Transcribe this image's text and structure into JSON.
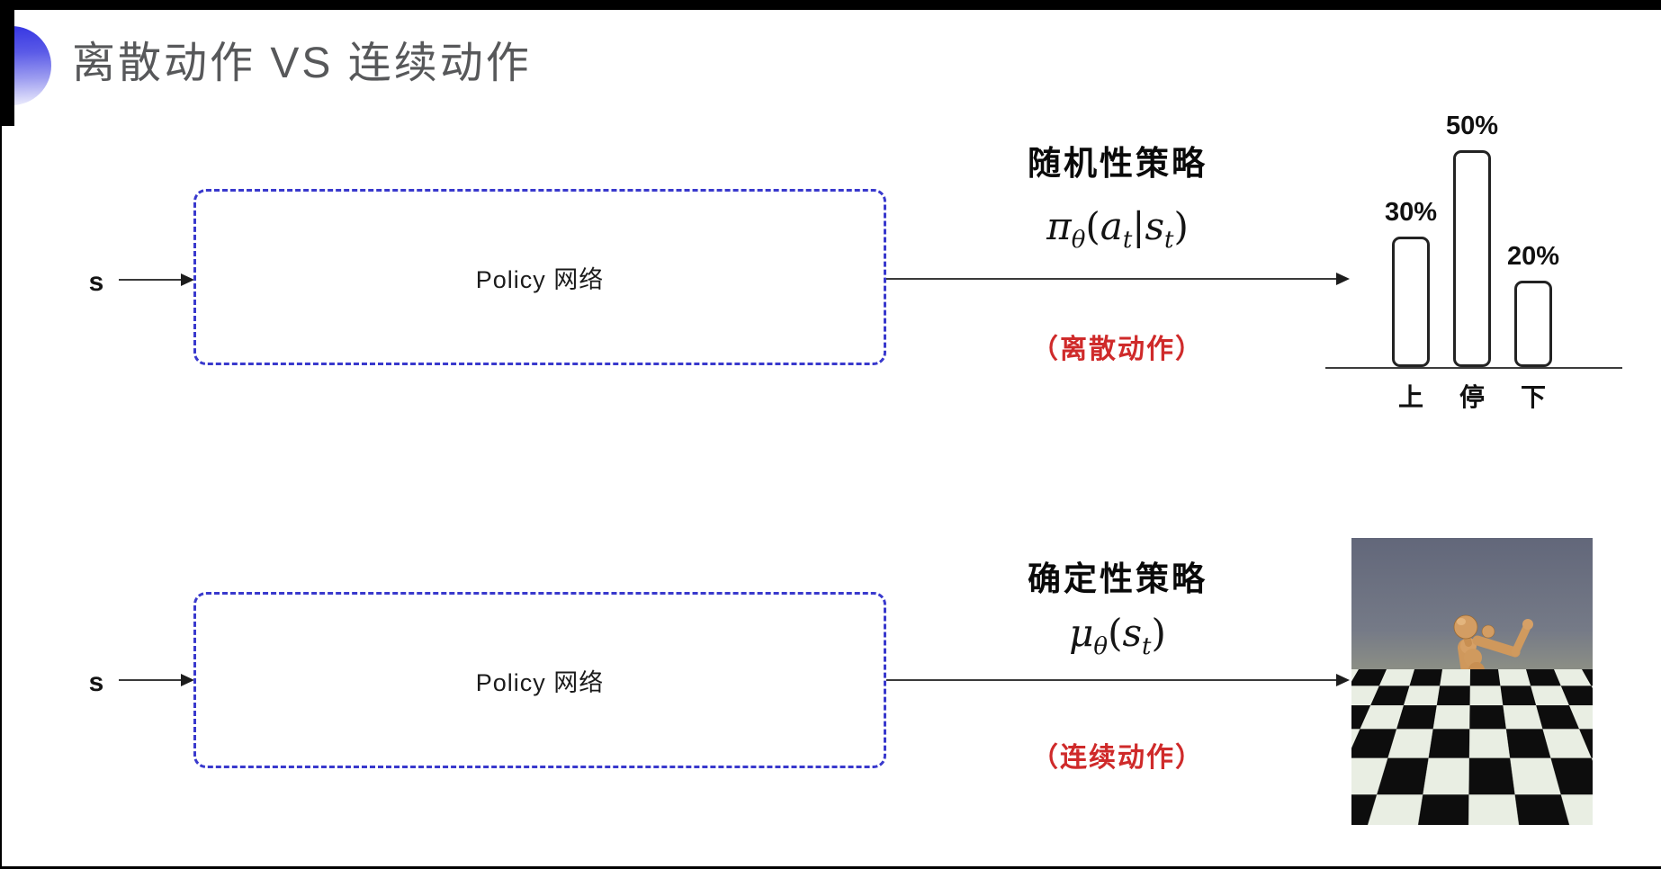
{
  "header": {
    "title": "离散动作 VS 连续动作"
  },
  "rows": {
    "stochastic": {
      "input_label": "s",
      "box_label": "Policy 网络",
      "policy_title": "随机性策略",
      "formula": {
        "base1": "π",
        "sub1": "θ",
        "open": "(",
        "base2": "a",
        "sub2": "t",
        "bar": "|",
        "base3": "s",
        "sub3": "t",
        "close": ")"
      },
      "action_type": "（离散动作）"
    },
    "deterministic": {
      "input_label": "s",
      "box_label": "Policy 网络",
      "policy_title": "确定性策略",
      "formula": {
        "base1": "μ",
        "sub1": "θ",
        "open": "(",
        "base2": "s",
        "sub2": "t",
        "close": ")"
      },
      "action_type": "（连续动作）"
    }
  },
  "chart_data": {
    "type": "bar",
    "categories": [
      "上",
      "停",
      "下"
    ],
    "values": [
      30,
      50,
      20
    ],
    "value_labels": [
      "30%",
      "50%",
      "20%"
    ],
    "ylim": [
      0,
      50
    ],
    "grid": false
  },
  "illustration": {
    "name": "humanoid-robot-simulation"
  },
  "colors": {
    "box_border_blue": "#3939cd",
    "action_red": "#cf2a2a",
    "title_gray": "#57585a",
    "icon_blue": "#3b3be3"
  }
}
